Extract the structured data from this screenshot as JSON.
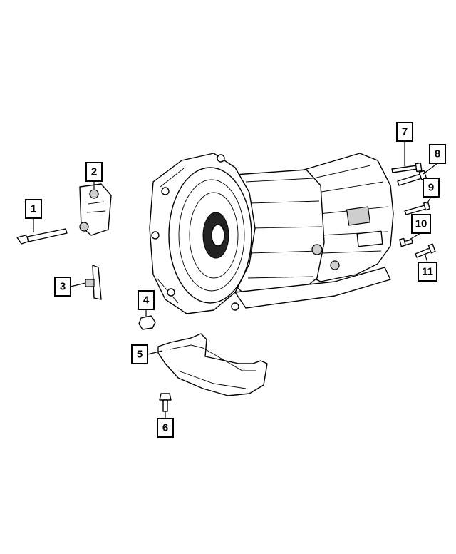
{
  "diagram": {
    "background": "#ffffff",
    "callouts": [
      {
        "id": "1",
        "label": "1"
      },
      {
        "id": "2",
        "label": "2"
      },
      {
        "id": "3",
        "label": "3"
      },
      {
        "id": "4",
        "label": "4"
      },
      {
        "id": "5",
        "label": "5"
      },
      {
        "id": "6",
        "label": "6"
      },
      {
        "id": "7",
        "label": "7"
      },
      {
        "id": "8",
        "label": "8"
      },
      {
        "id": "9",
        "label": "9"
      },
      {
        "id": "10",
        "label": "10"
      },
      {
        "id": "11",
        "label": "11"
      }
    ]
  }
}
